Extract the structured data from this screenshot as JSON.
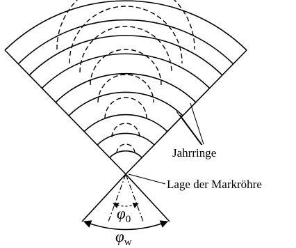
{
  "labels": {
    "growth_rings": "Jahrringe",
    "pith_position": "Lage der Markröhre",
    "angle_inner_symbol": "φ",
    "angle_inner_subscript": "0",
    "angle_outer_symbol": "φ",
    "angle_outer_subscript": "w"
  },
  "solid_ring_count": 9,
  "dashed_ring_count": 8
}
